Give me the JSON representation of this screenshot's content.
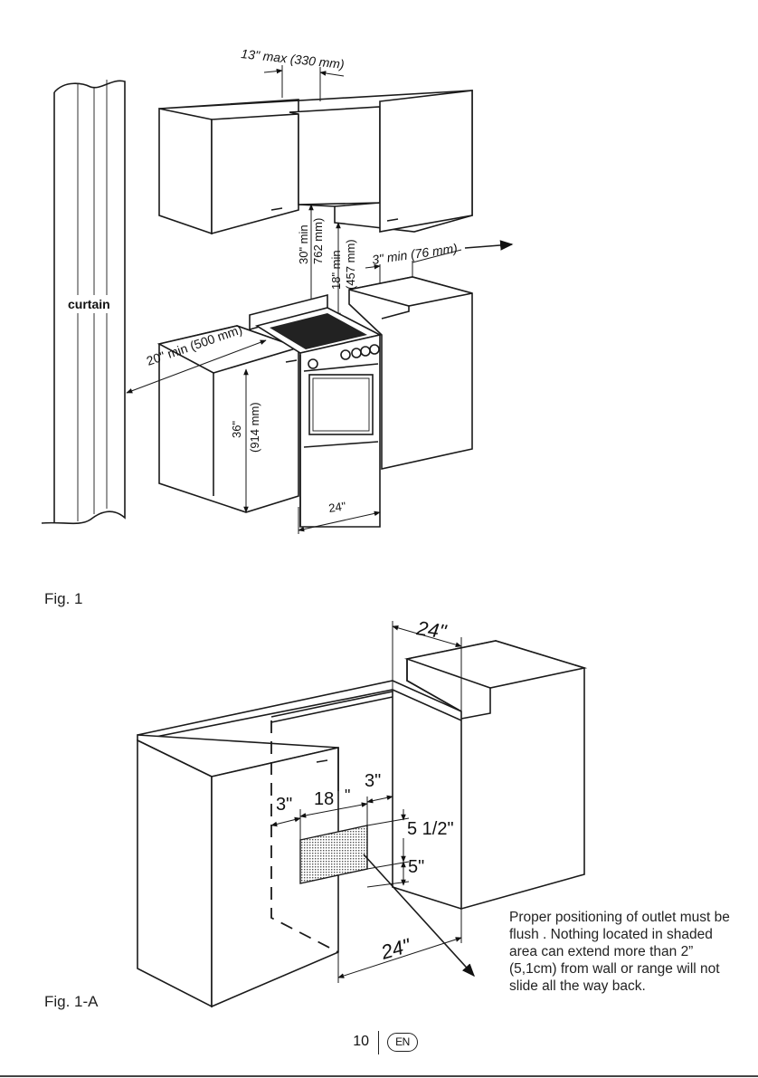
{
  "fig1": {
    "caption": "Fig. 1",
    "curtain_label": "curtain",
    "dim_hood_max": "13\" max (330 mm)",
    "dim_hood_clearance_in": "30\" min",
    "dim_hood_clearance_mm": "762 mm)",
    "dim_cabinet_clearance_in": "18\" min",
    "dim_cabinet_clearance_mm": "(457 mm)",
    "dim_side_clearance": "3\" min (76 mm)",
    "dim_curtain_clearance": "20\" min (500 mm)",
    "dim_counter_height_in": "36\"",
    "dim_counter_height_mm": "(914 mm)",
    "dim_range_width": "24\""
  },
  "fig1a": {
    "caption": "Fig. 1-A",
    "dim_cutout_width_top": "24\"",
    "dim_left_offset": "3\"",
    "dim_outlet_width": "18",
    "dim_outlet_width_unit": "\"",
    "dim_right_offset": "3\"",
    "dim_outlet_height": "5 1/2\"",
    "dim_floor_offset": "5\"",
    "dim_cutout_depth": "24\""
  },
  "outlet_note": "Proper positioning of outlet must be flush . Nothing located in shaded area can extend more than 2” (5,1cm) from wall or range will not slide all the way back.",
  "footer": {
    "page_number": "10",
    "language_code": "EN"
  }
}
